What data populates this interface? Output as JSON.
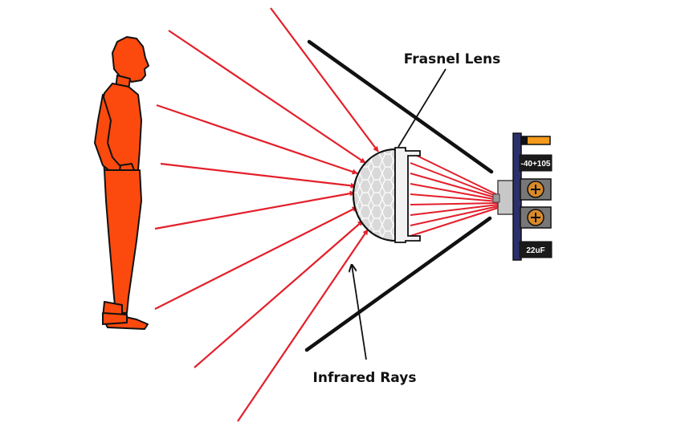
{
  "labels": {
    "lens": "Frasnel Lens",
    "rays": "Infrared Rays"
  },
  "sensor": {
    "temp_label": "-40+105",
    "cap_label": "22uF"
  },
  "colors": {
    "person": "#fc4a0e",
    "rays": "#e3202b",
    "board": "#2b2f6b",
    "lens": "#e6e6e6",
    "background": "#ffffff"
  },
  "icons": [
    "person-silhouette",
    "fresnel-lens-dome",
    "pir-sensor-board",
    "potentiometer-icon"
  ]
}
